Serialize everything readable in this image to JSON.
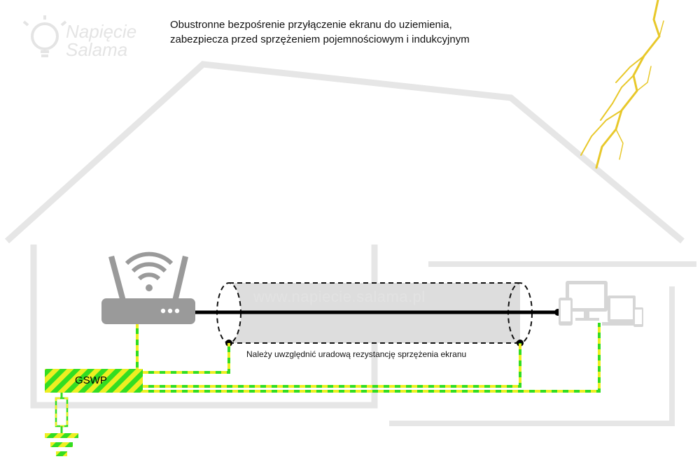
{
  "title_lines": [
    "Obustronne bezpośrenie przyłączenie ekranu do uziemienia,",
    "zabezpiecza przed sprzężeniem pojemnościowym i indukcyjnym"
  ],
  "cable_note": "Należy uwzględnić uradową rezystancję sprzężenia ekranu",
  "watermark": "www.napiecie.salama.pl",
  "logo": {
    "line1": "Napięcie",
    "line2": "Salama",
    "icon": "lightbulb-icon"
  },
  "gswp_label": "GSWP",
  "icons": {
    "router": "router-icon",
    "devices": "devices-icon",
    "lightning": "lightning-icon",
    "ground": "ground-symbol-icon"
  },
  "colors": {
    "ground_green": "#33dd22",
    "ground_yellow": "#eeee22",
    "cable_core": "#000000",
    "shield_fill": "#dddddd",
    "device_gray": "#9a9a9a",
    "lightning": "#e8c82a",
    "house_outline": "#e6e6e6"
  }
}
